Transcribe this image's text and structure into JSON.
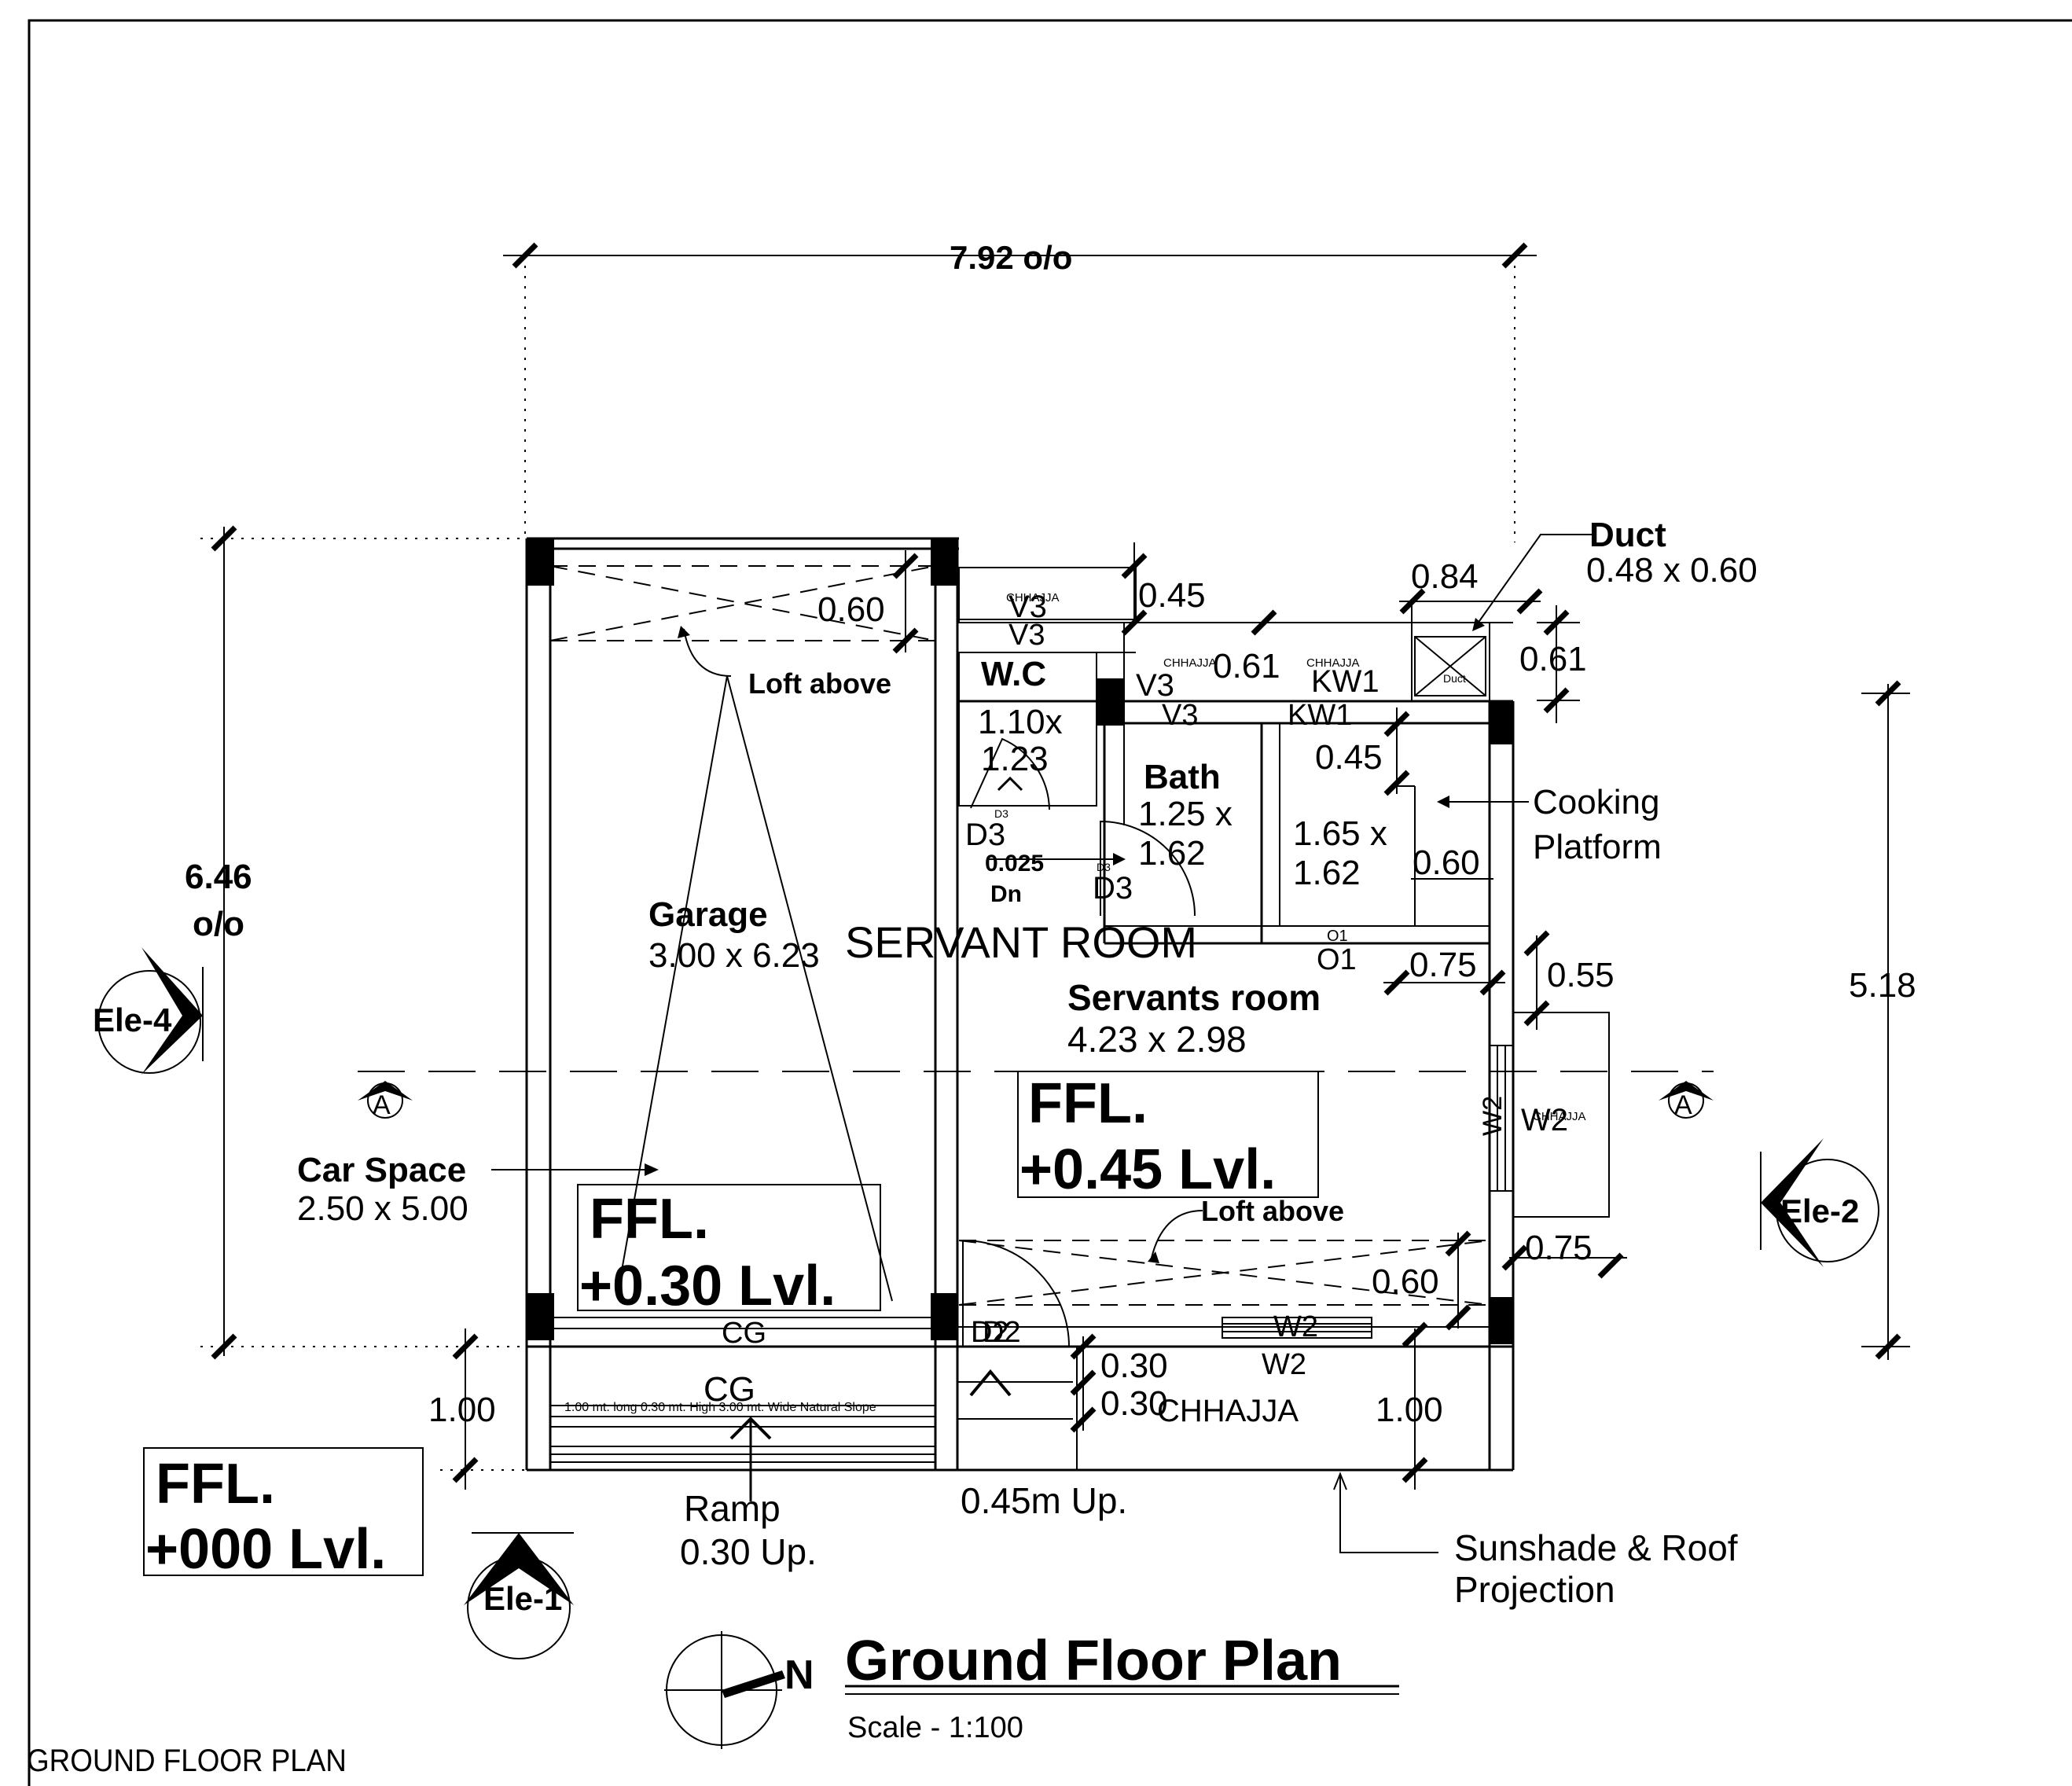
{
  "sheet_label": "GROUND FLOOR PLAN",
  "title": "Ground Floor Plan",
  "scale": "Scale - 1:100",
  "north": "N",
  "dimensions": {
    "overall_width": "7.92 o/o",
    "overall_depth_line1": "6.46",
    "overall_depth_line2": "o/o",
    "right_depth": "5.18",
    "front_left": "1.00",
    "front_right": "1.00",
    "loft_depth": "0.60",
    "loft_depth_front": "0.60",
    "chhajja_045": "0.45",
    "dim_084": "0.84",
    "dim_061a": "0.61",
    "dim_061b": "0.61",
    "kitchen_045": "0.45",
    "platform_060": "0.60",
    "dim_075a": "0.75",
    "dim_055": "0.55",
    "dim_075b": "0.75",
    "step_030a": "0.30",
    "step_030b": "0.30"
  },
  "labels": {
    "duct_title": "Duct",
    "duct_size": "0.48 x 0.60",
    "duct_tag": "Duct",
    "cooking_line1": "Cooking",
    "cooking_line2": "Platform",
    "wc_title": "W.C",
    "wc_size1": "1.10x",
    "wc_size2": "1.23",
    "bath_title": "Bath",
    "bath_size1": "1.25 x",
    "bath_size2": "1.62",
    "kitchen_size1": "1.65 x",
    "kitchen_size2": "1.62",
    "dn_value": "0.025",
    "dn_label": "Dn",
    "garage_title": "Garage",
    "garage_size": "3.00 x 6.23",
    "servant_room_caps": "SERVANT ROOM",
    "servants_room_title": "Servants room",
    "servants_room_size": "4.23 x 2.98",
    "loft_above_top": "Loft above",
    "loft_above_bottom": "Loft above",
    "car_space_title": "Car Space",
    "car_space_size": "2.50 x 5.00",
    "ffl_030_line1": "FFL.",
    "ffl_030_line2": "+0.30 Lvl.",
    "ffl_045_line1": "FFL.",
    "ffl_045_line2": "+0.45 Lvl.",
    "ffl_000_line1": "FFL.",
    "ffl_000_line2": "+000 Lvl.",
    "ramp_line1": "Ramp",
    "ramp_line2": "0.30 Up.",
    "up_045": "0.45m Up.",
    "sunshade_line1": "Sunshade & Roof",
    "sunshade_line2": "Projection",
    "ramp_note": "1.00 mt. long 0.30 mt. High 3.00 mt. Wide Natural Slope",
    "cg_1": "CG",
    "cg_2": "CG",
    "chhajja_front": "CHHAJJA",
    "chhajja_small_1": "CHHAJJA",
    "chhajja_small_2": "CHHAJJA",
    "chhajja_small_3": "CHHAJJA",
    "chhajja_small_4": "CHHAJJA",
    "section_a_left": "A",
    "section_a_right": "A",
    "ele_1": "Ele-1",
    "ele_2": "Ele-2",
    "ele_4": "Ele-4"
  },
  "openings": {
    "v3_a": "V3",
    "v3_b": "V3",
    "v3_c": "V3",
    "v3_d": "V3",
    "kw1_a": "KW1",
    "kw1_b": "KW1",
    "d3_a": "D3",
    "d3_b": "D3",
    "d3_small_a": "D3",
    "d3_small_b": "D3",
    "o1_a": "O1",
    "o1_b": "O1",
    "w2_a": "W2",
    "w2_b": "W2",
    "w2_c": "W2",
    "w2_d": "W2",
    "d2_a": "D2",
    "d2_b": "D2"
  }
}
